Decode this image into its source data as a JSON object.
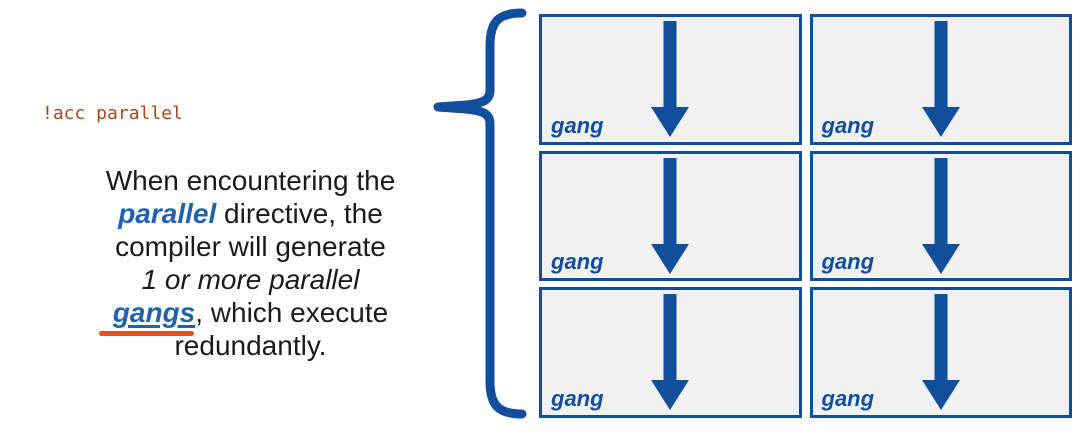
{
  "canvas": {
    "background": "#ffffff"
  },
  "colors": {
    "canvas_bg": "#ffffff",
    "structure_blue": "#114E9C",
    "accent_text_blue": "#1F63B0",
    "underline_orange": "#EA520D",
    "code_brown": "#A4481C",
    "box_fill": "#F1F1F2",
    "body_text": "#1B1B1B"
  },
  "code_label": "!acc parallel",
  "paragraph": {
    "lines": [
      {
        "segments": [
          {
            "t": "When encountering the",
            "style": "plain"
          }
        ]
      },
      {
        "segments": [
          {
            "t": "parallel",
            "style": "accent"
          },
          {
            "t": " directive, the",
            "style": "plain"
          }
        ]
      },
      {
        "segments": [
          {
            "t": "compiler will generate",
            "style": "plain"
          }
        ]
      },
      {
        "segments": [
          {
            "t": "1 or more parallel",
            "style": "italic"
          }
        ]
      },
      {
        "segments": [
          {
            "t": "gangs",
            "style": "accent-underline"
          },
          {
            "t": ", which execute",
            "style": "plain"
          }
        ]
      },
      {
        "segments": [
          {
            "t": "redundantly.",
            "style": "plain"
          }
        ]
      }
    ]
  },
  "icons": {
    "brace": "left-curly-brace",
    "arrow": "arrow-down"
  },
  "grid": {
    "rows": 3,
    "cols": 2,
    "cells": [
      {
        "label": "gang"
      },
      {
        "label": "gang"
      },
      {
        "label": "gang"
      },
      {
        "label": "gang"
      },
      {
        "label": "gang"
      },
      {
        "label": "gang"
      }
    ]
  }
}
